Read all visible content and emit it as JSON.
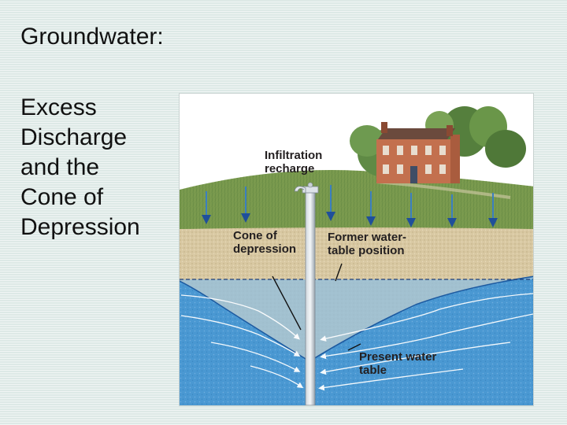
{
  "slide": {
    "title": "Groundwater:",
    "body_lines": [
      "Excess",
      "Discharge",
      "and the",
      "Cone of",
      "Depression"
    ]
  },
  "diagram": {
    "labels": {
      "infiltration": [
        "Infiltration",
        "recharge"
      ],
      "cone": [
        "Cone of",
        "depression"
      ],
      "former": [
        "Former water-",
        "table position"
      ],
      "present": [
        "Present water",
        "table"
      ]
    },
    "colors": {
      "sky": "#ffffff",
      "grass": "#7a9a4e",
      "soil": "#d8c8a2",
      "water": "#4a98d2",
      "arrow": "#3b7fc0"
    }
  }
}
